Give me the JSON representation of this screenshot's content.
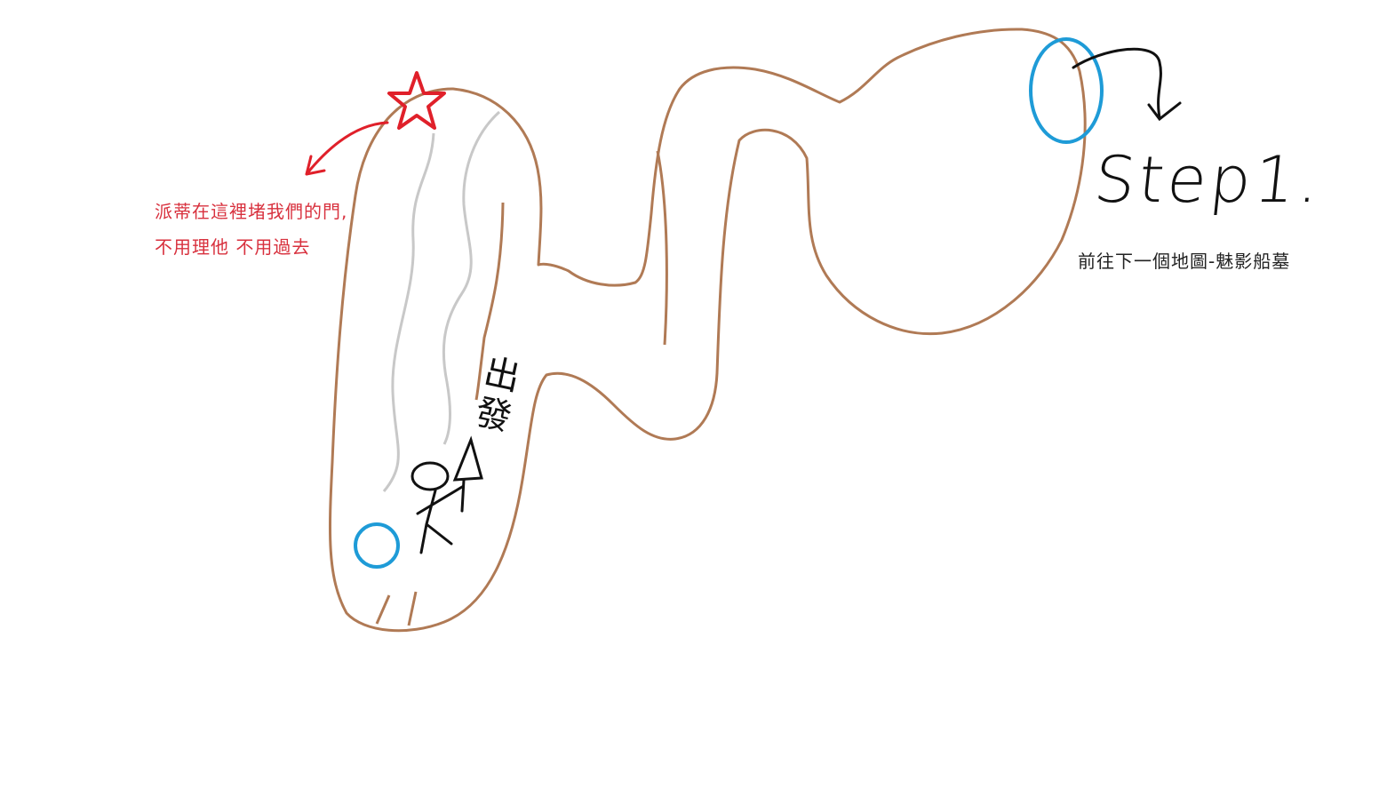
{
  "colors": {
    "outline": "#b07a55",
    "river": "#c8c8c8",
    "marker": "#1e9bd7",
    "star": "#e0202a",
    "note_red": "#d8313e",
    "ink": "#111111"
  },
  "annotations": {
    "boss_note": "派蒂在這裡堵我們的門,不用理他 不用過去",
    "step_label": "Step1.",
    "next_map": "前往下一個地圖-魅影船墓",
    "start_label": "出發"
  },
  "icons": [
    "star-icon",
    "red-arrow-icon",
    "black-arrow-icon",
    "stick-figure-icon",
    "start-circle-icon",
    "exit-circle-icon"
  ]
}
